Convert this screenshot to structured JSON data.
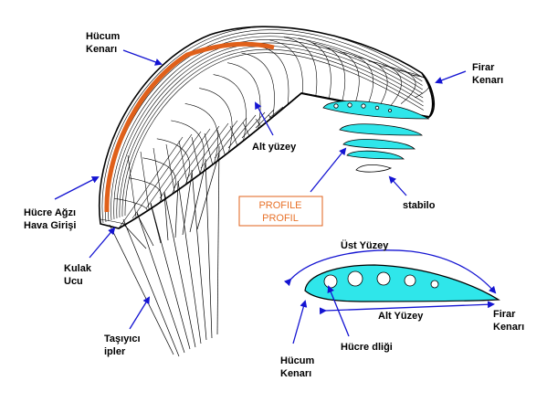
{
  "colors": {
    "arrow": "#1414d2",
    "leading_edge": "#e0601a",
    "cell_fill": "#2fe6ea",
    "profile_box_border": "#e0601a",
    "profile_box_text": "#e0601a"
  },
  "labels": {
    "hucum_kenari_top_1": "Hücum",
    "hucum_kenari_top_2": "Kenarı",
    "firar_kenari_top_1": "Firar",
    "firar_kenari_top_2": "Kenarı",
    "alt_yuzey": "Alt yüzey",
    "hucre_agzi_1": "Hücre Ağzı",
    "hucre_agzi_2": "Hava Girişi",
    "stabilo": "stabilo",
    "kulak_ucu_1": "Kulak",
    "kulak_ucu_2": "Ucu",
    "tasiyici_1": "Taşıyıcı",
    "tasiyici_2": "ipler",
    "profile_box_1": "PROFILE",
    "profile_box_2": "PROFIL",
    "ust_yuzey": "Üst Yüzey",
    "alt_yuzey_profile": "Alt Yüzey",
    "firar_kenari_bottom_1": "Firar",
    "firar_kenari_bottom_2": "Kenarı",
    "hucre_deligi": "Hücre dliği",
    "hucum_kenari_bottom_1": "Hücum",
    "hucum_kenari_bottom_2": "Kenarı"
  }
}
